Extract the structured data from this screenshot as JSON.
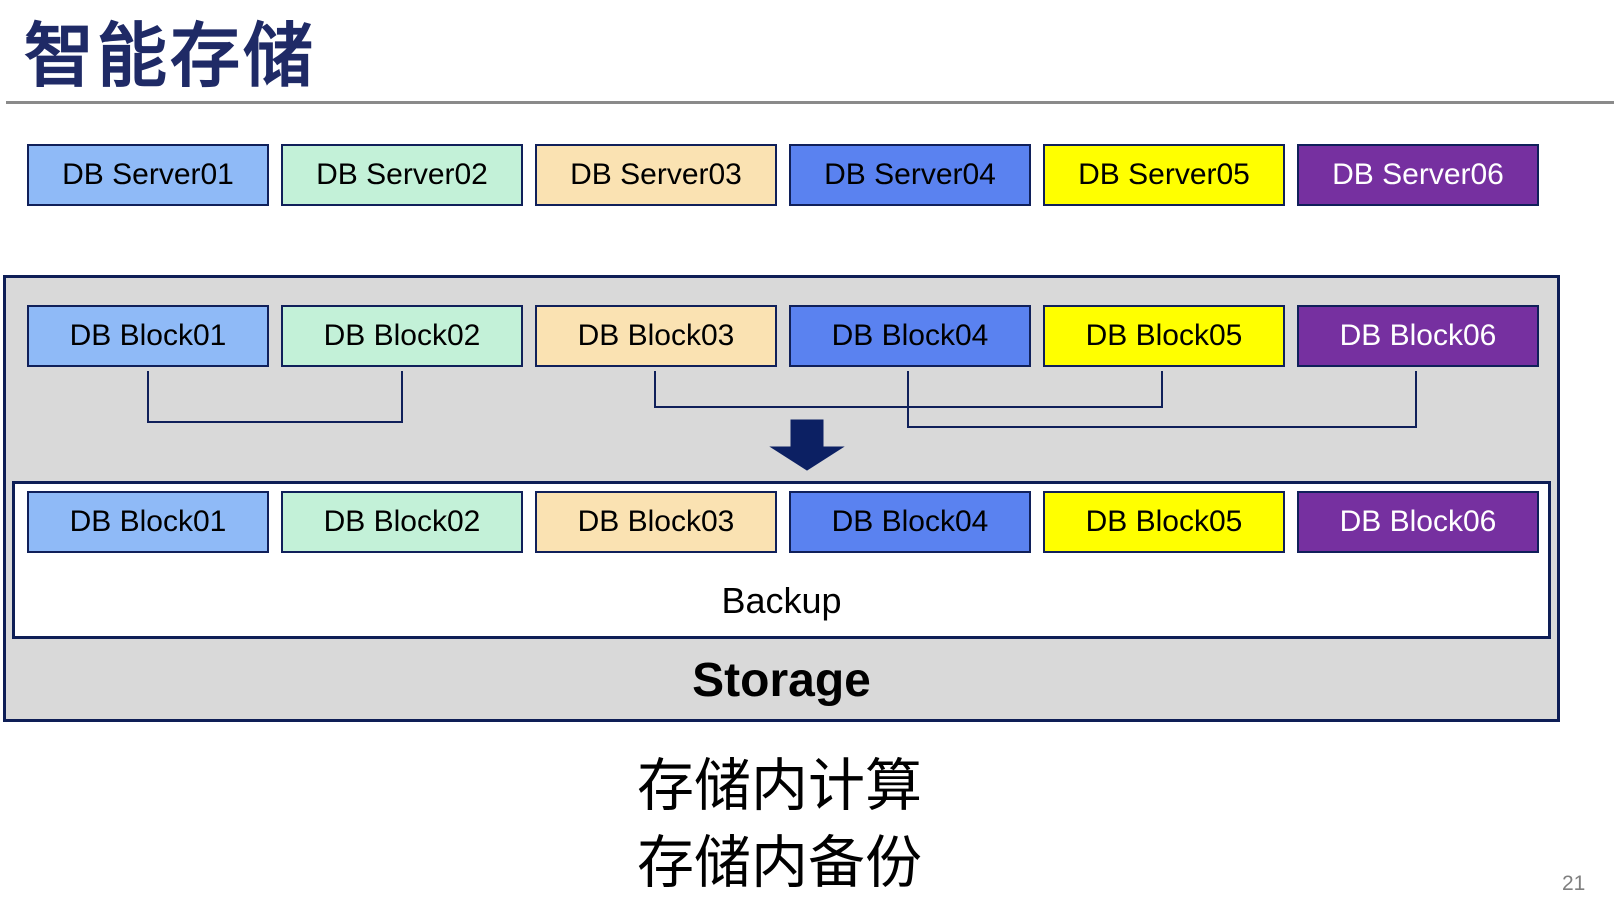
{
  "slide": {
    "title": "智能存储",
    "page_number": "21",
    "captions": {
      "line1": "存储内计算",
      "line2": "存储内备份"
    }
  },
  "server_row": [
    {
      "label": "DB Server01",
      "bg": "#8FBAF7",
      "fg": "#000000"
    },
    {
      "label": "DB Server02",
      "bg": "#C3F1D8",
      "fg": "#000000"
    },
    {
      "label": "DB Server03",
      "bg": "#FAE2B2",
      "fg": "#000000"
    },
    {
      "label": "DB Server04",
      "bg": "#5A82F0",
      "fg": "#000000"
    },
    {
      "label": "DB Server05",
      "bg": "#FFFF00",
      "fg": "#000000"
    },
    {
      "label": "DB Server06",
      "bg": "#7630A0",
      "fg": "#FFFFFF"
    }
  ],
  "storage": {
    "label": "Storage",
    "backup_label": "Backup",
    "block_row": [
      {
        "label": "DB Block01",
        "bg": "#8FBAF7",
        "fg": "#000000"
      },
      {
        "label": "DB Block02",
        "bg": "#C3F1D8",
        "fg": "#000000"
      },
      {
        "label": "DB Block03",
        "bg": "#FAE2B2",
        "fg": "#000000"
      },
      {
        "label": "DB Block04",
        "bg": "#5A82F0",
        "fg": "#000000"
      },
      {
        "label": "DB Block05",
        "bg": "#FFFF00",
        "fg": "#000000"
      },
      {
        "label": "DB Block06",
        "bg": "#7630A0",
        "fg": "#FFFFFF"
      }
    ],
    "backup_block_row": [
      {
        "label": "DB Block01",
        "bg": "#8FBAF7",
        "fg": "#000000"
      },
      {
        "label": "DB Block02",
        "bg": "#C3F1D8",
        "fg": "#000000"
      },
      {
        "label": "DB Block03",
        "bg": "#FAE2B2",
        "fg": "#000000"
      },
      {
        "label": "DB Block04",
        "bg": "#5A82F0",
        "fg": "#000000"
      },
      {
        "label": "DB Block05",
        "bg": "#FFFF00",
        "fg": "#000000"
      },
      {
        "label": "DB Block06",
        "bg": "#7630A0",
        "fg": "#FFFFFF"
      }
    ]
  },
  "colors": {
    "title_navy": "#1F2A66",
    "border_navy": "#10205A",
    "arrow_navy": "#0C2063",
    "container_gray": "#D9D9D9",
    "rule_gray": "#8A8A8A",
    "page_number_gray": "#7F7F7F",
    "box_light_blue": "#8FBAF7",
    "box_mint_green": "#C3F1D8",
    "box_tan": "#FAE2B2",
    "box_royal_blue": "#5A82F0",
    "box_yellow": "#FFFF00",
    "box_purple": "#7630A0"
  }
}
